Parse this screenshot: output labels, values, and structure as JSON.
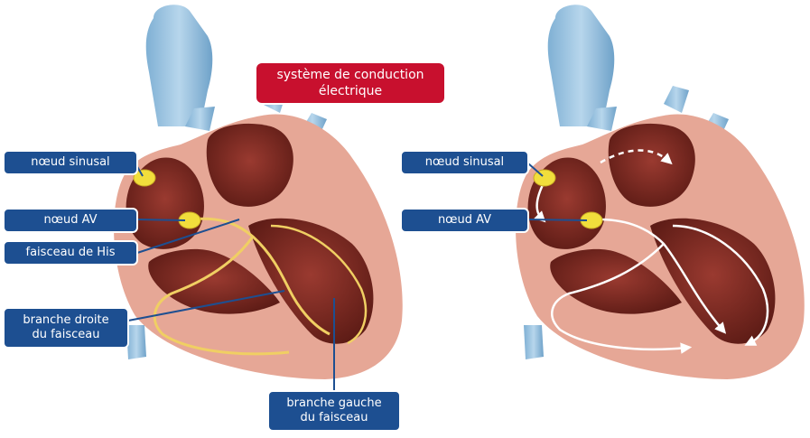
{
  "title": {
    "line1": "système de conduction",
    "line2": "électrique"
  },
  "left_heart": {
    "labels": {
      "sinus_node": "nœud sinusal",
      "av_node": "nœud AV",
      "bundle_his": "faisceau de His",
      "right_branch_line1": "branche droite",
      "right_branch_line2": "du faisceau",
      "left_branch_line1": "branche gauche",
      "left_branch_line2": "du faisceau"
    }
  },
  "right_heart": {
    "labels": {
      "sinus_node": "nœud sinusal",
      "av_node": "nœud AV"
    }
  },
  "colors": {
    "label_bg": "#1d4f91",
    "title_bg": "#c8102e",
    "vessel": "#8db8d8",
    "tissue": "#e6a796",
    "muscle": "#a84a38",
    "chamber": "#7a2a22",
    "node": "#f1de3c",
    "conduction": "#f0cf63",
    "arrow": "#ffffff"
  }
}
